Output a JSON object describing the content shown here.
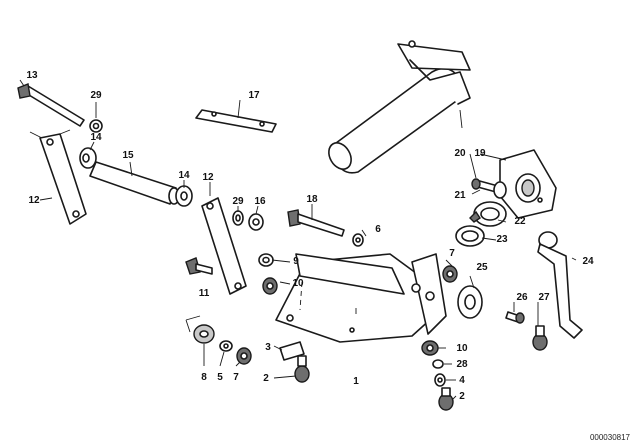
{
  "callouts": [
    "13",
    "29",
    "17",
    "14",
    "15",
    "12",
    "12",
    "14",
    "29",
    "16",
    "20",
    "19",
    "21",
    "22",
    "23",
    "18",
    "6",
    "7",
    "24",
    "25",
    "9",
    "10",
    "11",
    "26",
    "27",
    "3",
    "2",
    "8",
    "5",
    "7",
    "10",
    "28",
    "4",
    "2",
    "1"
  ],
  "diagram_id": "000030817",
  "colors": {
    "ink": "#1a1a1a",
    "background": "#ffffff",
    "shading": "#6e6e6e"
  }
}
